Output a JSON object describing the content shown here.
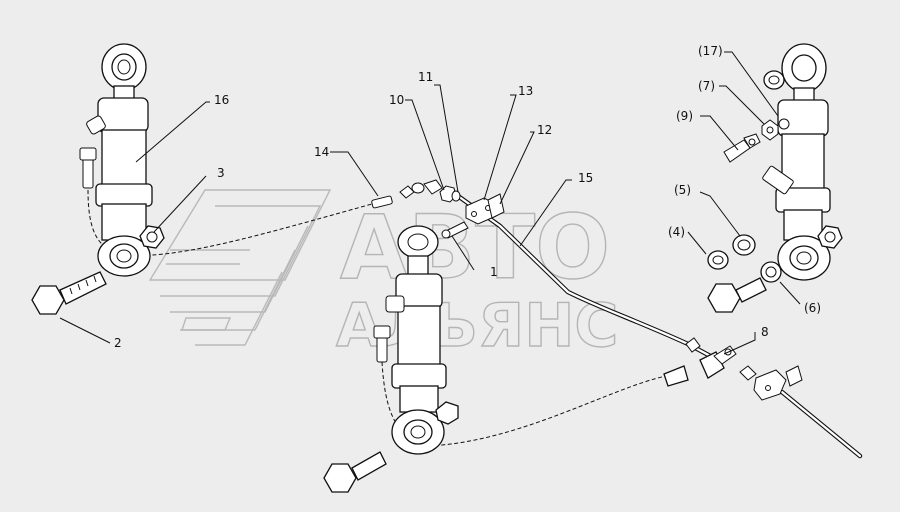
{
  "watermark": {
    "line1": "АВТО",
    "line2": "АЛЬЯНС"
  },
  "callouts": {
    "c1": "1",
    "c2": "2",
    "c3": "3",
    "c8": "8",
    "c10": "10",
    "c11": "11",
    "c12": "12",
    "c13": "13",
    "c14": "14",
    "c15": "15",
    "c16": "16",
    "c4": "(4)",
    "c5": "(5)",
    "c6": "(6)",
    "c7": "(7)",
    "c9": "(9)",
    "c17": "(17)"
  }
}
